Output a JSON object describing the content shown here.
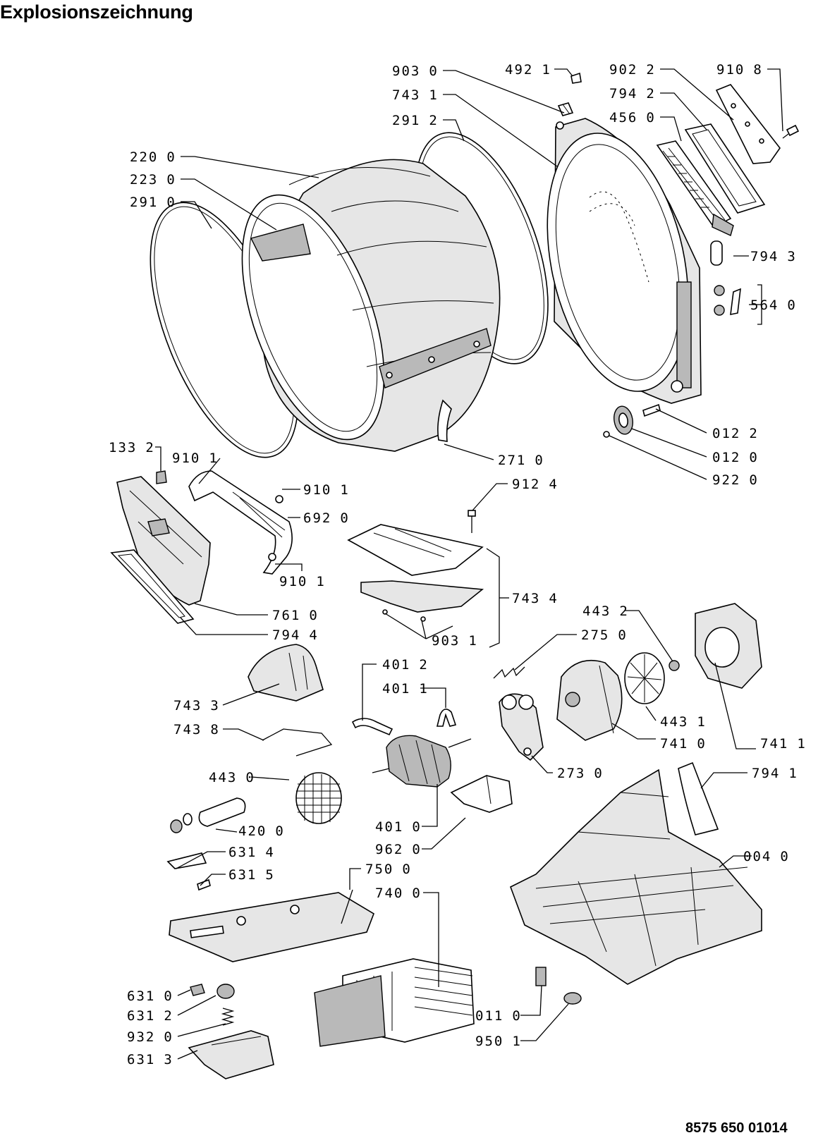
{
  "title": "Explosionszeichnung",
  "document_number": "8575 650 01014",
  "parts": [
    {
      "id": "p0",
      "num": "903",
      "suf": "0",
      "name": "clip-part"
    },
    {
      "id": "p1",
      "num": "492",
      "suf": "1",
      "name": "clip-part"
    },
    {
      "id": "p2",
      "num": "902",
      "suf": "2",
      "name": "filter-cover-plate"
    },
    {
      "id": "p3",
      "num": "910",
      "suf": "8",
      "name": "screw"
    },
    {
      "id": "p4",
      "num": "743",
      "suf": "1",
      "name": "rear-bulkhead"
    },
    {
      "id": "p5",
      "num": "794",
      "suf": "2",
      "name": "gasket-frame"
    },
    {
      "id": "p6",
      "num": "291",
      "suf": "2",
      "name": "drum-seal-ring"
    },
    {
      "id": "p7",
      "num": "456",
      "suf": "0",
      "name": "heater-element-part"
    },
    {
      "id": "p8",
      "num": "220",
      "suf": "0",
      "name": "drum"
    },
    {
      "id": "p9",
      "num": "223",
      "suf": "0",
      "name": "drum-lifter"
    },
    {
      "id": "p10",
      "num": "291",
      "suf": "0",
      "name": "drum-seal-ring"
    },
    {
      "id": "p11",
      "num": "794",
      "suf": "3",
      "name": "gasket"
    },
    {
      "id": "p12",
      "num": "564",
      "suf": "0",
      "name": "thermostat-set"
    },
    {
      "id": "p13",
      "num": "012",
      "suf": "2",
      "name": "roller-axle"
    },
    {
      "id": "p14",
      "num": "012",
      "suf": "0",
      "name": "drum-roller"
    },
    {
      "id": "p15",
      "num": "922",
      "suf": "0",
      "name": "retaining-ring"
    },
    {
      "id": "p16",
      "num": "271",
      "suf": "0",
      "name": "drive-belt"
    },
    {
      "id": "p17",
      "num": "133",
      "suf": "2",
      "name": "door-switch-part"
    },
    {
      "id": "p18",
      "num": "910",
      "suf": "1",
      "name": "screw"
    },
    {
      "id": "p19",
      "num": "910",
      "suf": "1",
      "name": "screw"
    },
    {
      "id": "p20",
      "num": "692",
      "suf": "0",
      "name": "handle-bracket"
    },
    {
      "id": "p21",
      "num": "912",
      "suf": "4",
      "name": "screw"
    },
    {
      "id": "p22",
      "num": "910",
      "suf": "1",
      "name": "screw"
    },
    {
      "id": "p23",
      "num": "761",
      "suf": "0",
      "name": "front-air-duct"
    },
    {
      "id": "p24",
      "num": "794",
      "suf": "4",
      "name": "gasket"
    },
    {
      "id": "p25",
      "num": "743",
      "suf": "4",
      "name": "motor-support-set"
    },
    {
      "id": "p26",
      "num": "903",
      "suf": "1",
      "name": "clip-part"
    },
    {
      "id": "p27",
      "num": "443",
      "suf": "2",
      "name": "fan-nut"
    },
    {
      "id": "p28",
      "num": "275",
      "suf": "0",
      "name": "tension-spring"
    },
    {
      "id": "p29",
      "num": "401",
      "suf": "2",
      "name": "motor-clamp"
    },
    {
      "id": "p30",
      "num": "401",
      "suf": "1",
      "name": "motor-clamp"
    },
    {
      "id": "p31",
      "num": "743",
      "suf": "3",
      "name": "fan-cover"
    },
    {
      "id": "p32",
      "num": "743",
      "suf": "8",
      "name": "wire-bracket"
    },
    {
      "id": "p33",
      "num": "443",
      "suf": "1",
      "name": "fan-wheel"
    },
    {
      "id": "p34",
      "num": "741",
      "suf": "0",
      "name": "fan-housing"
    },
    {
      "id": "p35",
      "num": "741",
      "suf": "1",
      "name": "fan-housing"
    },
    {
      "id": "p36",
      "num": "273",
      "suf": "0",
      "name": "belt-tensioner"
    },
    {
      "id": "p37",
      "num": "794",
      "suf": "1",
      "name": "gasket"
    },
    {
      "id": "p38",
      "num": "443",
      "suf": "0",
      "name": "fan-wheel"
    },
    {
      "id": "p39",
      "num": "420",
      "suf": "0",
      "name": "capacitor"
    },
    {
      "id": "p40",
      "num": "401",
      "suf": "0",
      "name": "motor"
    },
    {
      "id": "p41",
      "num": "962",
      "suf": "0",
      "name": "motor-cover"
    },
    {
      "id": "p42",
      "num": "004",
      "suf": "0",
      "name": "base-frame"
    },
    {
      "id": "p43",
      "num": "631",
      "suf": "4",
      "name": "switch-part"
    },
    {
      "id": "p44",
      "num": "631",
      "suf": "5",
      "name": "switch-part"
    },
    {
      "id": "p45",
      "num": "750",
      "suf": "0",
      "name": "condenser-cover"
    },
    {
      "id": "p46",
      "num": "740",
      "suf": "0",
      "name": "condenser"
    },
    {
      "id": "p47",
      "num": "631",
      "suf": "0",
      "name": "float-switch-part"
    },
    {
      "id": "p48",
      "num": "631",
      "suf": "2",
      "name": "float-switch-part"
    },
    {
      "id": "p49",
      "num": "932",
      "suf": "0",
      "name": "spring"
    },
    {
      "id": "p50",
      "num": "631",
      "suf": "3",
      "name": "float-switch"
    },
    {
      "id": "p51",
      "num": "011",
      "suf": "0",
      "name": "foot"
    },
    {
      "id": "p52",
      "num": "950",
      "suf": "1",
      "name": "foot-pad"
    }
  ]
}
